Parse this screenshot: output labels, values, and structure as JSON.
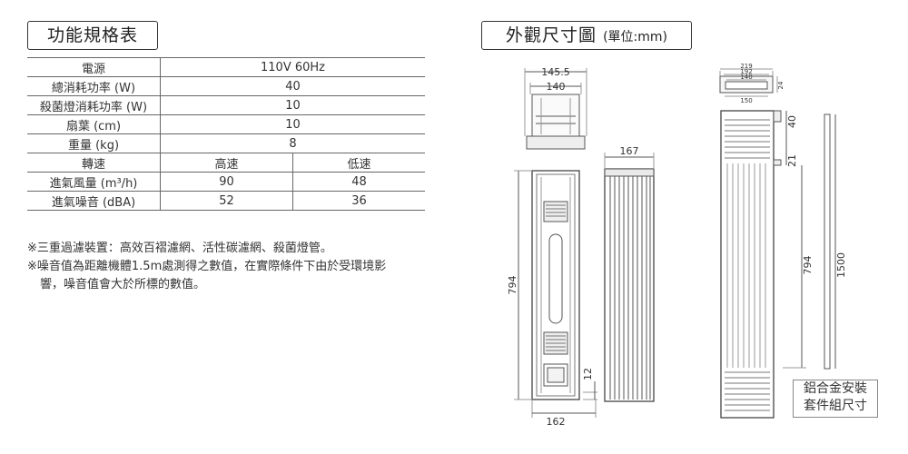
{
  "spec": {
    "title": "功能規格表",
    "rows": [
      {
        "label": "電源",
        "value": "110V 60Hz"
      },
      {
        "label": "總消耗功率 (W)",
        "value": "40"
      },
      {
        "label": "殺菌燈消耗功率 (W)",
        "value": "10"
      },
      {
        "label": "扇葉 (cm)",
        "value": "10"
      },
      {
        "label": "重量 (kg)",
        "value": "8"
      }
    ],
    "speed_header": {
      "label": "轉速",
      "high": "高速",
      "low": "低速"
    },
    "speed_rows": [
      {
        "label": "進氣風量 (m³/h)",
        "high": "90",
        "low": "48"
      },
      {
        "label": "進氣噪音 (dBA)",
        "high": "52",
        "low": "36"
      }
    ],
    "notes": [
      "※三重過濾裝置：高效百褶濾網、活性碳濾網、殺菌燈管。",
      "※噪音值為距離機體1.5m處測得之數值，在實際條件下由於受環境影",
      "響，噪音值會大於所標的數值。"
    ]
  },
  "dims": {
    "title": "外觀尺寸圖",
    "unit": "(單位:mm)",
    "front": {
      "top_outer": "145.5",
      "top_inner": "140",
      "height": "794",
      "bottom_width": "162",
      "bottom_small": "12"
    },
    "side": {
      "width": "167"
    },
    "kit": {
      "top_a": "219",
      "top_b": "192",
      "top_c": "140",
      "top_d": "150",
      "top_e": "24",
      "v40": "40",
      "v21": "21",
      "v794": "794",
      "v1500": "1500",
      "label_line1": "鋁合金安裝",
      "label_line2": "套件組尺寸"
    }
  }
}
